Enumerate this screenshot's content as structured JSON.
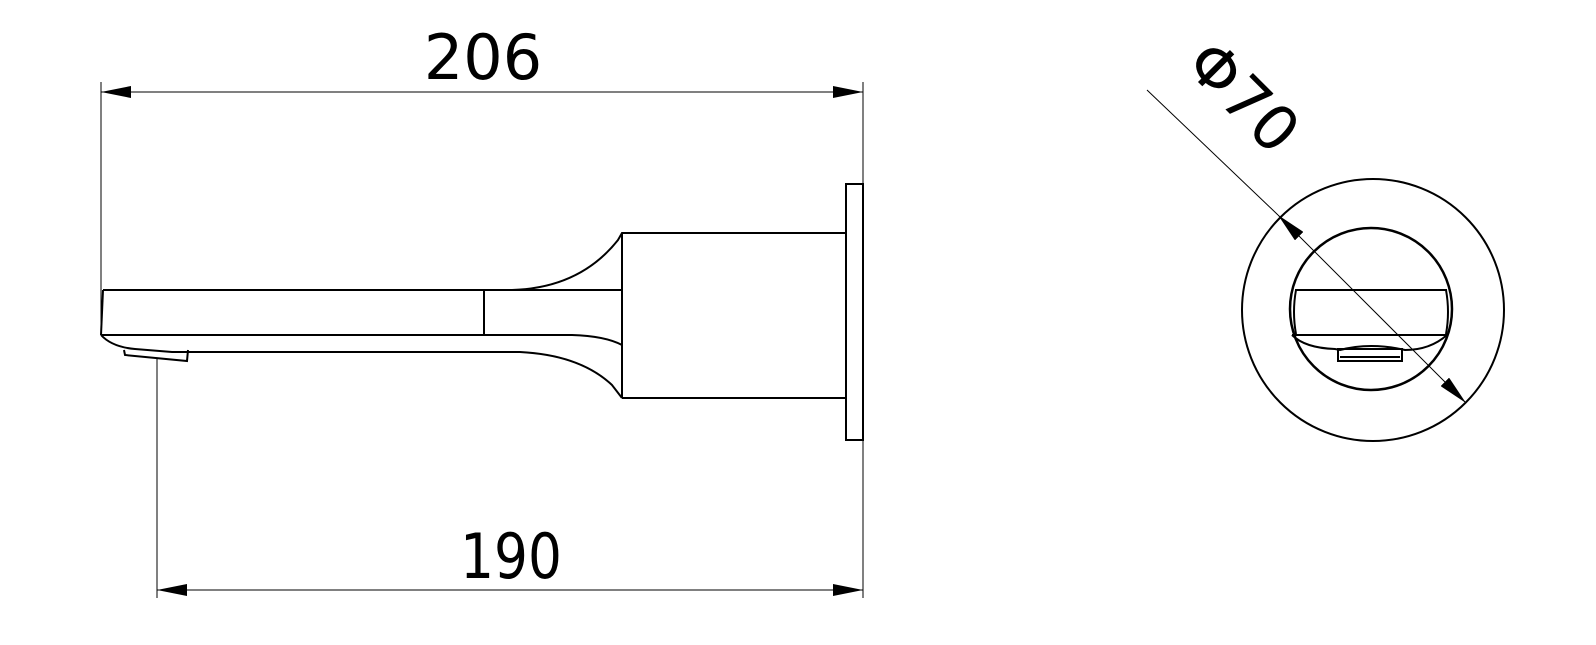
{
  "drawing": {
    "type": "technical-drawing",
    "subject": "wall-mounted bath spout",
    "colors": {
      "line": "#000000",
      "background": "#ffffff"
    },
    "views": {
      "side_view": {
        "dimensions": {
          "overall_length": {
            "label": "206"
          },
          "projection_to_outlet": {
            "label": "190"
          }
        }
      },
      "end_view": {
        "dimensions": {
          "plate_diameter": {
            "label": "Φ70"
          }
        }
      }
    }
  }
}
